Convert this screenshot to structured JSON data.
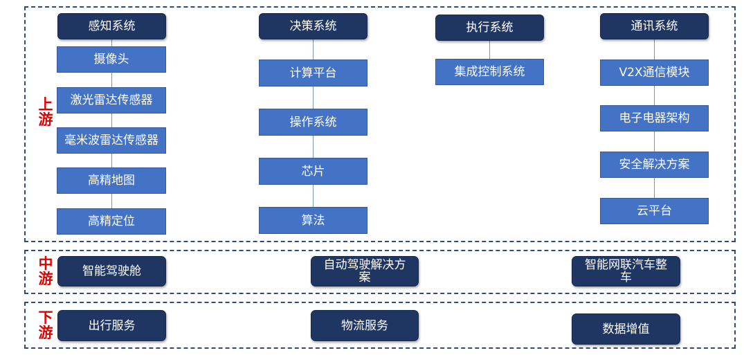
{
  "stages": {
    "upstream": [
      "上",
      "游"
    ],
    "midstream": [
      "中",
      "游"
    ],
    "downstream": [
      "下",
      "游"
    ]
  },
  "upstream": {
    "perception": {
      "title": "感知系统",
      "items": [
        "摄像头",
        "激光雷达传感器",
        "毫米波雷达传感器",
        "高精地图",
        "高精定位"
      ]
    },
    "decision": {
      "title": "决策系统",
      "items": [
        "计算平台",
        "操作系统",
        "芯片",
        "算法"
      ]
    },
    "execution": {
      "title": "执行系统",
      "items": [
        "集成控制系统"
      ]
    },
    "communication": {
      "title": "通讯系统",
      "items": [
        "V2X通信模块",
        "电子电器架构",
        "安全解决方案",
        "云平台"
      ]
    }
  },
  "midstream": {
    "items": [
      "智能驾驶舱",
      "自动驾驶解决方案",
      "智能网联汽车整车"
    ]
  },
  "downstream": {
    "items": [
      "出行服务",
      "物流服务",
      "数据增值"
    ]
  },
  "colors": {
    "header": "#1f3562",
    "item": "#4472c4",
    "stage_label": "#e00000",
    "border": "#2f4a78"
  }
}
